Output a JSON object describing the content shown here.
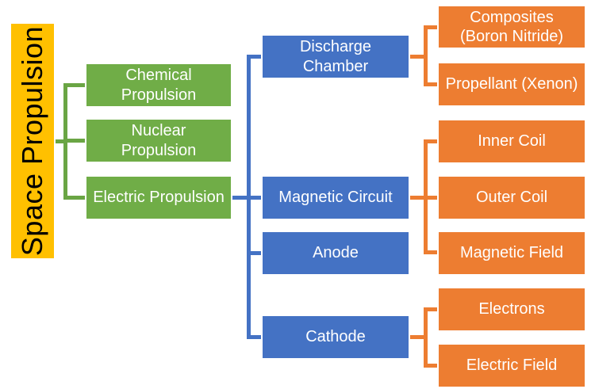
{
  "colors": {
    "background": "#FFFFFF",
    "root_fill": "#FFC000",
    "root_text": "#000000",
    "level2_fill": "#70AD47",
    "level3_fill": "#4472C4",
    "level4_fill": "#ED7D31",
    "level2_line": "#6AA544",
    "level3_line": "#4472C4",
    "level4_line": "#ED7D31",
    "node_text": "#FFFFFF",
    "node_border": "#FFFFFF"
  },
  "tree": {
    "type": "hierarchy",
    "root": {
      "label": "Space Propulsion",
      "children": [
        {
          "label": "Chemical Propulsion",
          "children": []
        },
        {
          "label": "Nuclear Propulsion",
          "children": []
        },
        {
          "label": "Electric Propulsion",
          "children": [
            {
              "label": "Discharge Chamber",
              "children": [
                {
                  "label": "Composites (Boron Nitride)",
                  "children": []
                },
                {
                  "label": "Propellant (Xenon)",
                  "children": []
                }
              ]
            },
            {
              "label": "Magnetic Circuit",
              "children": [
                {
                  "label": "Inner Coil",
                  "children": []
                },
                {
                  "label": "Outer Coil",
                  "children": []
                },
                {
                  "label": "Magnetic Field",
                  "children": []
                }
              ]
            },
            {
              "label": "Anode",
              "children": []
            },
            {
              "label": "Cathode",
              "children": [
                {
                  "label": "Electrons",
                  "children": []
                },
                {
                  "label": "Electric Field",
                  "children": []
                }
              ]
            }
          ]
        }
      ]
    }
  }
}
